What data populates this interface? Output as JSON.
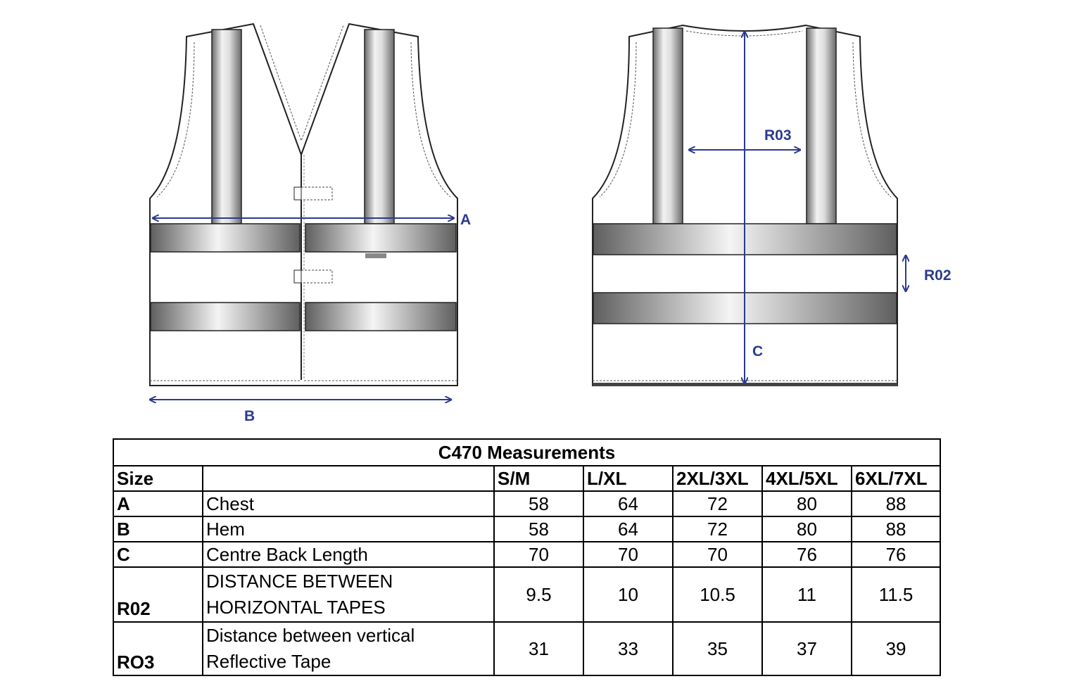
{
  "diagram": {
    "labels": {
      "A": "A",
      "B": "B",
      "C": "C",
      "R02": "R02",
      "R03": "R03"
    },
    "arrow_color": "#2b3a8f",
    "tape_color": "#6f6f6f"
  },
  "table": {
    "title": "C470 Measurements",
    "header": {
      "size": "Size",
      "desc": "",
      "sizes": [
        "S/M",
        "L/XL",
        "2XL/3XL",
        "4XL/5XL",
        "6XL/7XL"
      ]
    },
    "rows": [
      {
        "code": "A",
        "desc": "Chest",
        "values": [
          "58",
          "64",
          "72",
          "80",
          "88"
        ]
      },
      {
        "code": "B",
        "desc": "Hem",
        "values": [
          "58",
          "64",
          "72",
          "80",
          "88"
        ]
      },
      {
        "code": "C",
        "desc": "Centre Back Length",
        "values": [
          "70",
          "70",
          "70",
          "76",
          "76"
        ]
      },
      {
        "code": "R02",
        "desc_line1": "DISTANCE BETWEEN",
        "desc_line2": "HORIZONTAL TAPES",
        "values": [
          "9.5",
          "10",
          "10.5",
          "11",
          "11.5"
        ]
      },
      {
        "code": "RO3",
        "desc_line1": "Distance between vertical",
        "desc_line2": "Reflective Tape",
        "values": [
          "31",
          "33",
          "35",
          "37",
          "39"
        ]
      }
    ]
  }
}
